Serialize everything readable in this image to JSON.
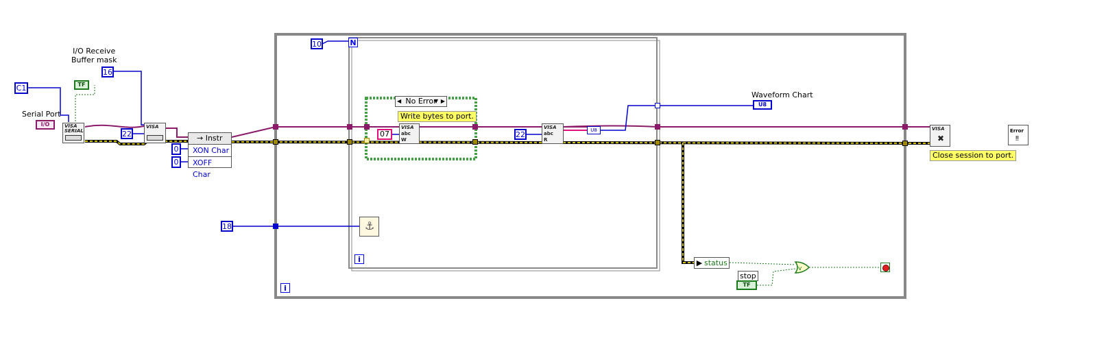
{
  "labels": {
    "serial_port": "Serial Port",
    "io_buffer_mask": "I/O Receive\nBuffer mask",
    "waveform_chart": "Waveform Chart",
    "status": "status",
    "stop": "stop"
  },
  "constants": {
    "c1": "C1",
    "mask_16": "16",
    "baud_22": "22",
    "xon_0": "0",
    "xoff_0": "0",
    "iterations_10": "10",
    "wait_18": "18",
    "byte_07": "07",
    "read_22": "22"
  },
  "property_node": {
    "class": "Instr",
    "items": [
      "XON Char",
      "XOFF Char"
    ]
  },
  "case_structure": {
    "selector": "No Error"
  },
  "captions": {
    "write": "Write bytes to port.",
    "close": "Close session to port."
  },
  "terminals": {
    "for_count": "N",
    "for_index": "i",
    "while_index": "i"
  },
  "icons": {
    "visa_serial_text": "VISA\nSERIAL",
    "visa_text": "VISA",
    "io_ctl": "I/O",
    "u8": "U8",
    "tf": "TF",
    "abc": "abc",
    "w": "W",
    "r": "R",
    "error": "Error"
  },
  "colors": {
    "visa_wire": "#8b1a6b",
    "error_wire": "#c8b400",
    "numeric_wire": "#0000cc",
    "boolean_wire": "#1a7a1a",
    "structure_frame": "#888888"
  }
}
